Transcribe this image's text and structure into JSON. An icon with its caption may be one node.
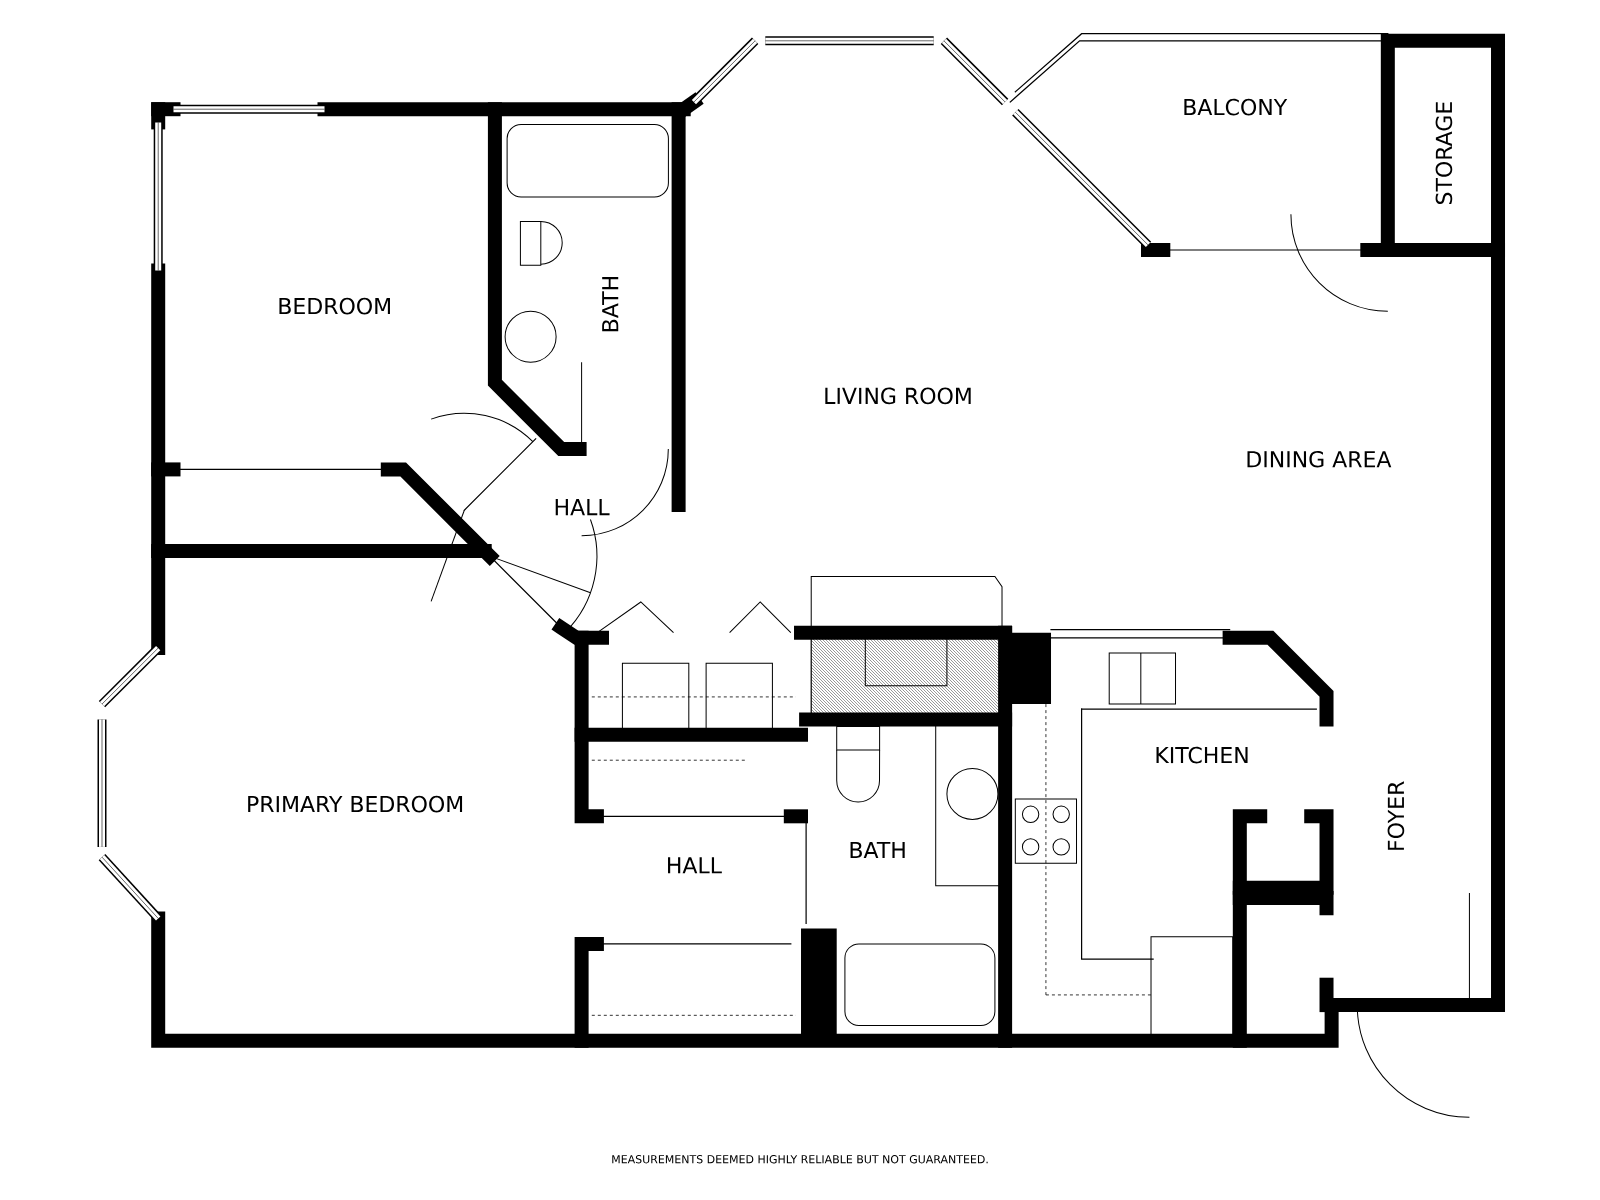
{
  "diagram": {
    "labels": [
      "BALCONY",
      "STORAGE",
      "BEDROOM",
      "BATH",
      "LIVING ROOM",
      "DINING AREA",
      "HALL",
      "PRIMARY BEDROOM",
      "KITCHEN",
      "BATH",
      "HALL",
      "FOYER",
      "MEASUREMENTS DEEMED HIGHLY RELIABLE BUT NOT GUARANTEED."
    ]
  }
}
